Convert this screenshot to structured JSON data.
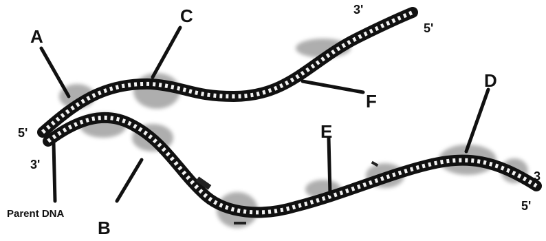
{
  "labels": {
    "A": "A",
    "B": "B",
    "C": "C",
    "D": "D",
    "E": "E",
    "F": "F"
  },
  "strand_ends": {
    "top_right_3": "3'",
    "top_right_5": "5'",
    "left_5": "5'",
    "left_3": "3'",
    "bottom_right_3": "3",
    "bottom_right_5": "5'"
  },
  "caption": {
    "parent_dna": "Parent DNA"
  },
  "colors": {
    "strand": "#111111",
    "rung": "#f2f2f2",
    "enzyme": "#a8a8a8",
    "background": "#ffffff"
  }
}
